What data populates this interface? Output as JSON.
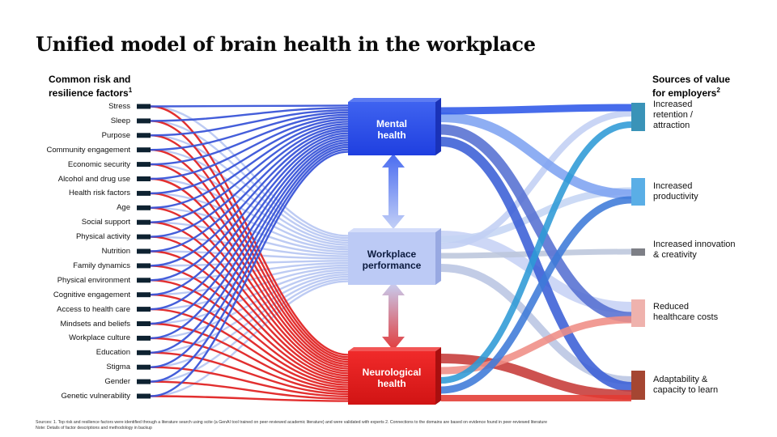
{
  "title": "Unified model of brain health in the workplace",
  "left_header": {
    "line1": "Common risk and",
    "line2": "resilience factors",
    "sup": "1"
  },
  "right_header": {
    "line1": "Sources of value",
    "line2": "for employers",
    "sup": "2"
  },
  "factors": [
    "Stress",
    "Sleep",
    "Purpose",
    "Community engagement",
    "Economic security",
    "Alcohol and drug use",
    "Health risk factors",
    "Age",
    "Social support",
    "Physical activity",
    "Nutrition",
    "Family dynamics",
    "Physical environment",
    "Cognitive engagement",
    "Access to health care",
    "Mindsets and beliefs",
    "Workplace culture",
    "Education",
    "Stigma",
    "Gender",
    "Genetic vulnerability"
  ],
  "domains": {
    "mental": {
      "line1": "Mental",
      "line2": "health",
      "color": "#2f4fe6"
    },
    "workplace": {
      "line1": "Workplace",
      "line2": "performance",
      "color": "#b8c6f5"
    },
    "neurological": {
      "line1": "Neurological",
      "line2": "health",
      "color": "#e21d1d"
    }
  },
  "sources": [
    {
      "lines": [
        "Increased",
        "retention /",
        "attraction"
      ],
      "color": "#3a93b8"
    },
    {
      "lines": [
        "Increased",
        "productivity"
      ],
      "color": "#5aaee6"
    },
    {
      "lines": [
        "Increased innovation",
        "& creativity"
      ],
      "color": "#7d7f86"
    },
    {
      "lines": [
        "Reduced",
        "healthcare costs"
      ],
      "color": "#efb2ad"
    },
    {
      "lines": [
        "Adaptability &",
        "capacity to learn"
      ],
      "color": "#a54632"
    }
  ],
  "colors": {
    "mental_link": "#3a55d8",
    "workplace_link": "#b9c8f2",
    "neuro_link": "#e02424",
    "factor_tick": "#0e2231"
  },
  "footnote": {
    "line1": "Sources: 1. Top risk and resilience factors were identified through a literature search using scite (a GenAI tool trained on peer-reviewed academic literature) and were validated with experts 2. Connections to the domains are based on evidence found in peer-reviewed literature",
    "line2": "Note: Details of factor descriptions and methodology in backup"
  }
}
